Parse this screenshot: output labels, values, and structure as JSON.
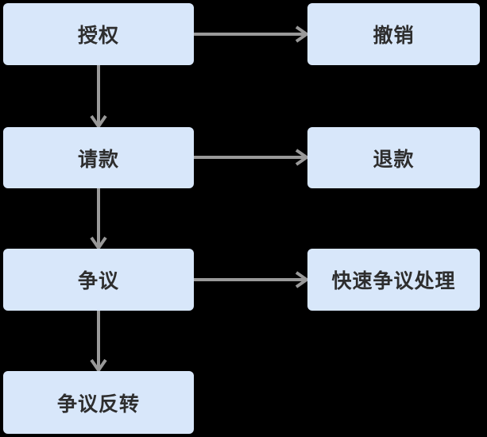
{
  "diagram": {
    "type": "flowchart",
    "orientation": "main flow top-to-bottom in left column, side branches to right column",
    "nodes": [
      {
        "id": "authorization",
        "label": "授权"
      },
      {
        "id": "void",
        "label": "撤销"
      },
      {
        "id": "capture",
        "label": "请款"
      },
      {
        "id": "refund",
        "label": "退款"
      },
      {
        "id": "dispute",
        "label": "争议"
      },
      {
        "id": "rapid-dispute-resolution",
        "label": "快速争议处理"
      },
      {
        "id": "dispute-reversal",
        "label": "争议反转"
      }
    ],
    "edges": [
      {
        "from": "授权",
        "to": "撤销",
        "direction": "right"
      },
      {
        "from": "授权",
        "to": "请款",
        "direction": "down"
      },
      {
        "from": "请款",
        "to": "退款",
        "direction": "right"
      },
      {
        "from": "请款",
        "to": "争议",
        "direction": "down"
      },
      {
        "from": "争议",
        "to": "快速争议处理",
        "direction": "right"
      },
      {
        "from": "争议",
        "to": "争议反转",
        "direction": "down"
      }
    ],
    "colors": {
      "background": "#000000",
      "node_fill": "#d8e7fa",
      "node_text": "#2e2e2e",
      "arrow": "#999999"
    }
  }
}
